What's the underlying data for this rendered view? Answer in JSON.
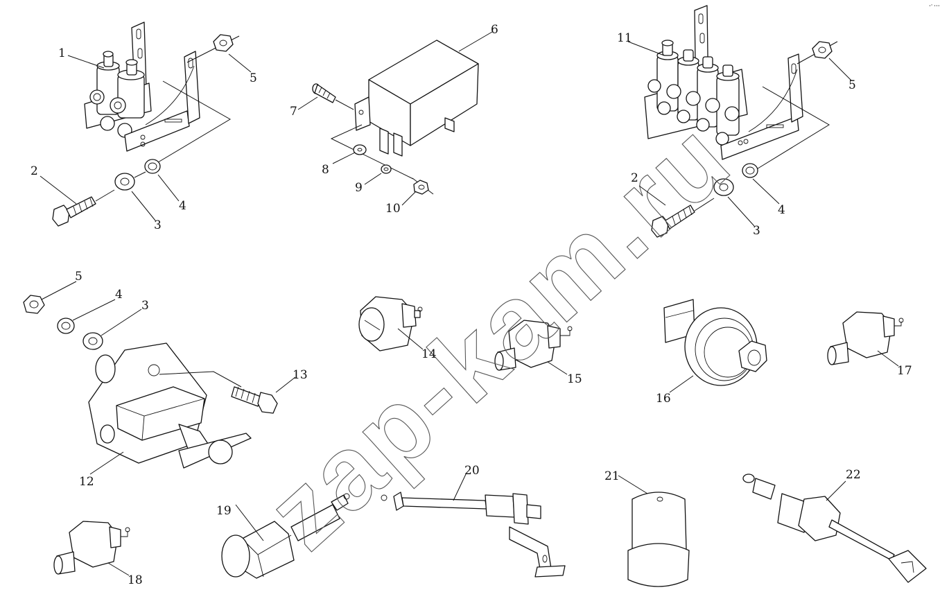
{
  "watermark": "zap-kam.ru",
  "corner_mark": "•° •••",
  "labels": {
    "l1": "1",
    "l2a": "2",
    "l3a": "3",
    "l4a": "4",
    "l5a": "5",
    "l6": "6",
    "l7": "7",
    "l8": "8",
    "l9": "9",
    "l10": "10",
    "l11": "11",
    "l5b": "5",
    "l2b": "2",
    "l3b": "3",
    "l4b": "4",
    "l5c": "5",
    "l4c": "4",
    "l3c": "3",
    "l13": "13",
    "l12": "12",
    "l14": "14",
    "l15": "15",
    "l16": "16",
    "l17": "17",
    "l18": "18",
    "l19": "19",
    "l20": "20",
    "l21": "21",
    "l22": "22"
  }
}
